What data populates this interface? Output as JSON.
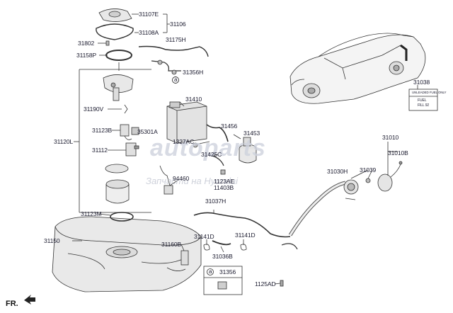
{
  "labels": {
    "l31107E": "31107E",
    "l31106": "31106",
    "l31108A": "31108A",
    "l31802": "31802",
    "l31175H": "31175H",
    "l31158P": "31158P",
    "l31356H": "31356H",
    "l31410": "31410",
    "l31190V": "31190V",
    "l31456": "31456",
    "l31123B": "31123B",
    "l35301A": "35301A",
    "l1327AC": "1327AC",
    "l31453": "31453",
    "l31120L": "31120L",
    "l31112": "31112",
    "l31425C": "31425C",
    "l31010": "31010",
    "l31010B": "31010B",
    "l31038": "31038",
    "l31030H": "31030H",
    "l31039": "31039",
    "l94460": "94460",
    "l1123AE": "1123AE",
    "l11403B": "11403B",
    "l31037H": "31037H",
    "l31123M": "31123M",
    "l31150": "31150",
    "l31141D_a": "31141D",
    "l31141D_b": "31141D",
    "l31160B": "31160B",
    "l31036B": "31036B",
    "l31356": "31356",
    "l1125AD": "1125AD",
    "callout_a1": "a",
    "callout_a2": "a",
    "fr": "FR."
  },
  "decal": {
    "line1": "UNLEADED FUEL ONLY",
    "line2": "FUEL",
    "line3": "FILL 92"
  },
  "watermark": {
    "logo": "autoparts",
    "text": "Запчасти на Hyundai"
  },
  "colors": {
    "line": "#1a1a2e",
    "part": "#444444",
    "fill": "#e6e6e6"
  }
}
